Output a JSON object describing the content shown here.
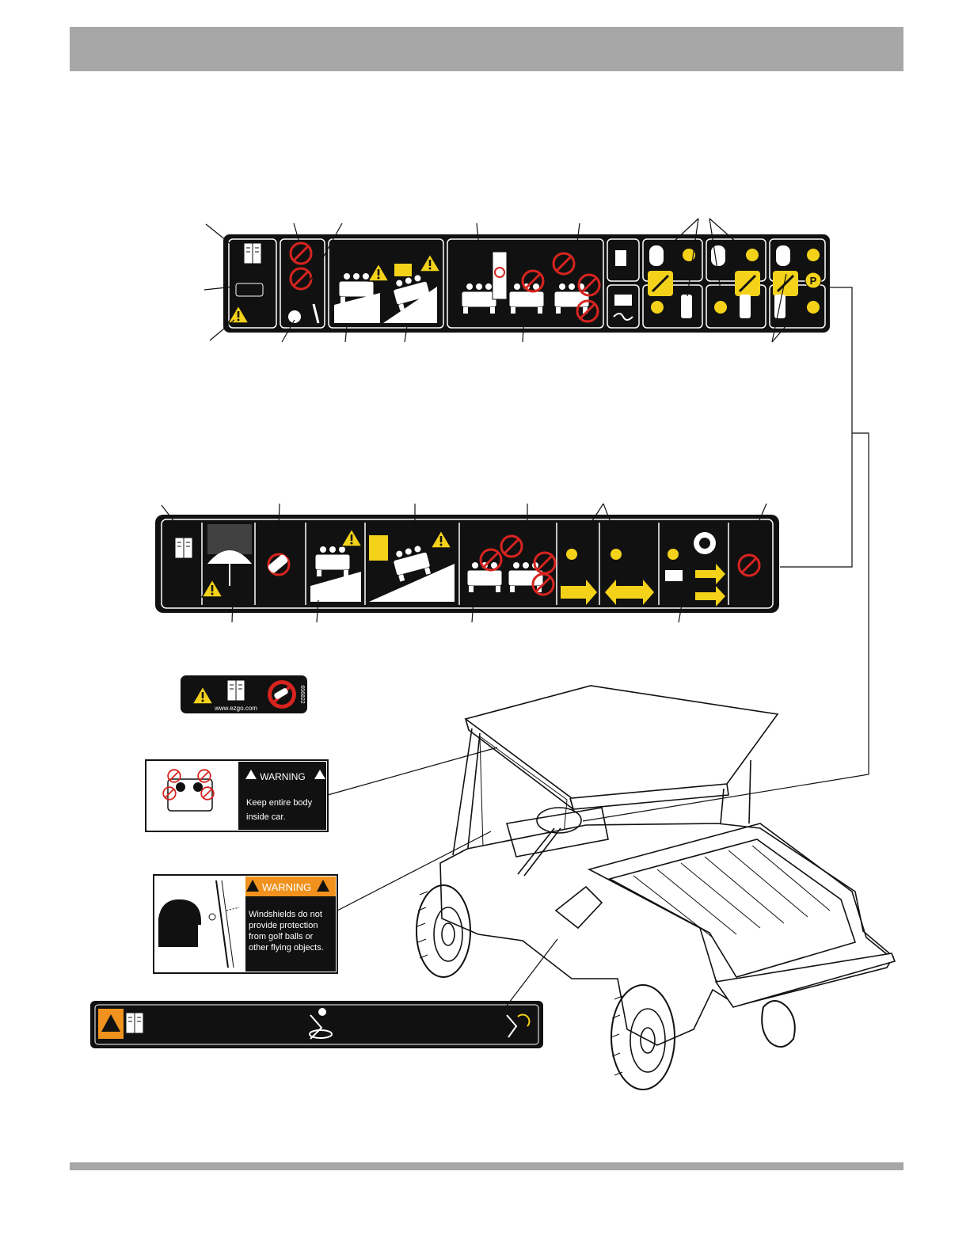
{
  "page": {
    "background": "#ffffff",
    "band_color": "#a7a7a7"
  },
  "colors": {
    "decal_black": "#111111",
    "warning_yellow": "#f4d21a",
    "warning_orange": "#f0921d",
    "prohibit_red": "#d7241f"
  },
  "small_decal": {
    "url": "www.ezgo.com",
    "part_no": "606822"
  },
  "body_warning": {
    "signal_word": "WARNING",
    "message_line1": "Keep entire body",
    "message_line2": "inside car."
  },
  "windshield_warning": {
    "signal_word": "WARNING",
    "message": [
      "Windshields do not",
      "provide protection",
      "from golf balls or",
      "other flying objects."
    ]
  },
  "console_decal": {
    "park_symbol": "P"
  },
  "icons": [
    "warning-triangle-icon",
    "manual-book-icon",
    "prohibition-circle-icon",
    "umbrella-icon",
    "battery-icon",
    "fuel-pump-icon",
    "key-icon",
    "pedal-icon"
  ]
}
